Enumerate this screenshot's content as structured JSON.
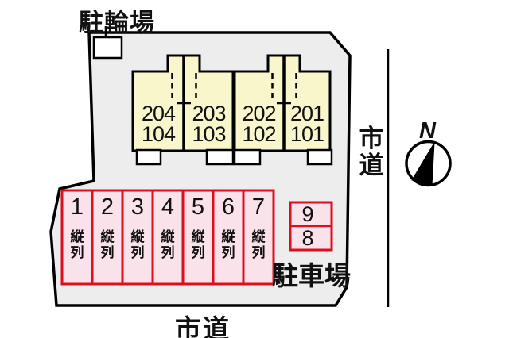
{
  "diagram": {
    "type": "property-site-plan",
    "labels": {
      "bicycle_parking": "駐輪場",
      "parking_lot": "駐車場",
      "road_right": "市道",
      "road_bottom": "市道",
      "compass_north": "N"
    },
    "building": {
      "fill_color": "#faf6cc",
      "units": [
        {
          "upper": "204",
          "lower": "104"
        },
        {
          "upper": "203",
          "lower": "103"
        },
        {
          "upper": "202",
          "lower": "102"
        },
        {
          "upper": "201",
          "lower": "101"
        }
      ]
    },
    "parking": {
      "stall_fill_color": "#fae2ea",
      "stall_border_color": "#dd0f1e",
      "tandem_label": "縦列",
      "stalls": [
        {
          "number": "1"
        },
        {
          "number": "2"
        },
        {
          "number": "3"
        },
        {
          "number": "4"
        },
        {
          "number": "5"
        },
        {
          "number": "6"
        },
        {
          "number": "7"
        }
      ],
      "extra_stalls": [
        {
          "number": "9"
        },
        {
          "number": "8"
        }
      ]
    },
    "site": {
      "fill_color": "#ededed",
      "outline_color": "#000000"
    }
  }
}
